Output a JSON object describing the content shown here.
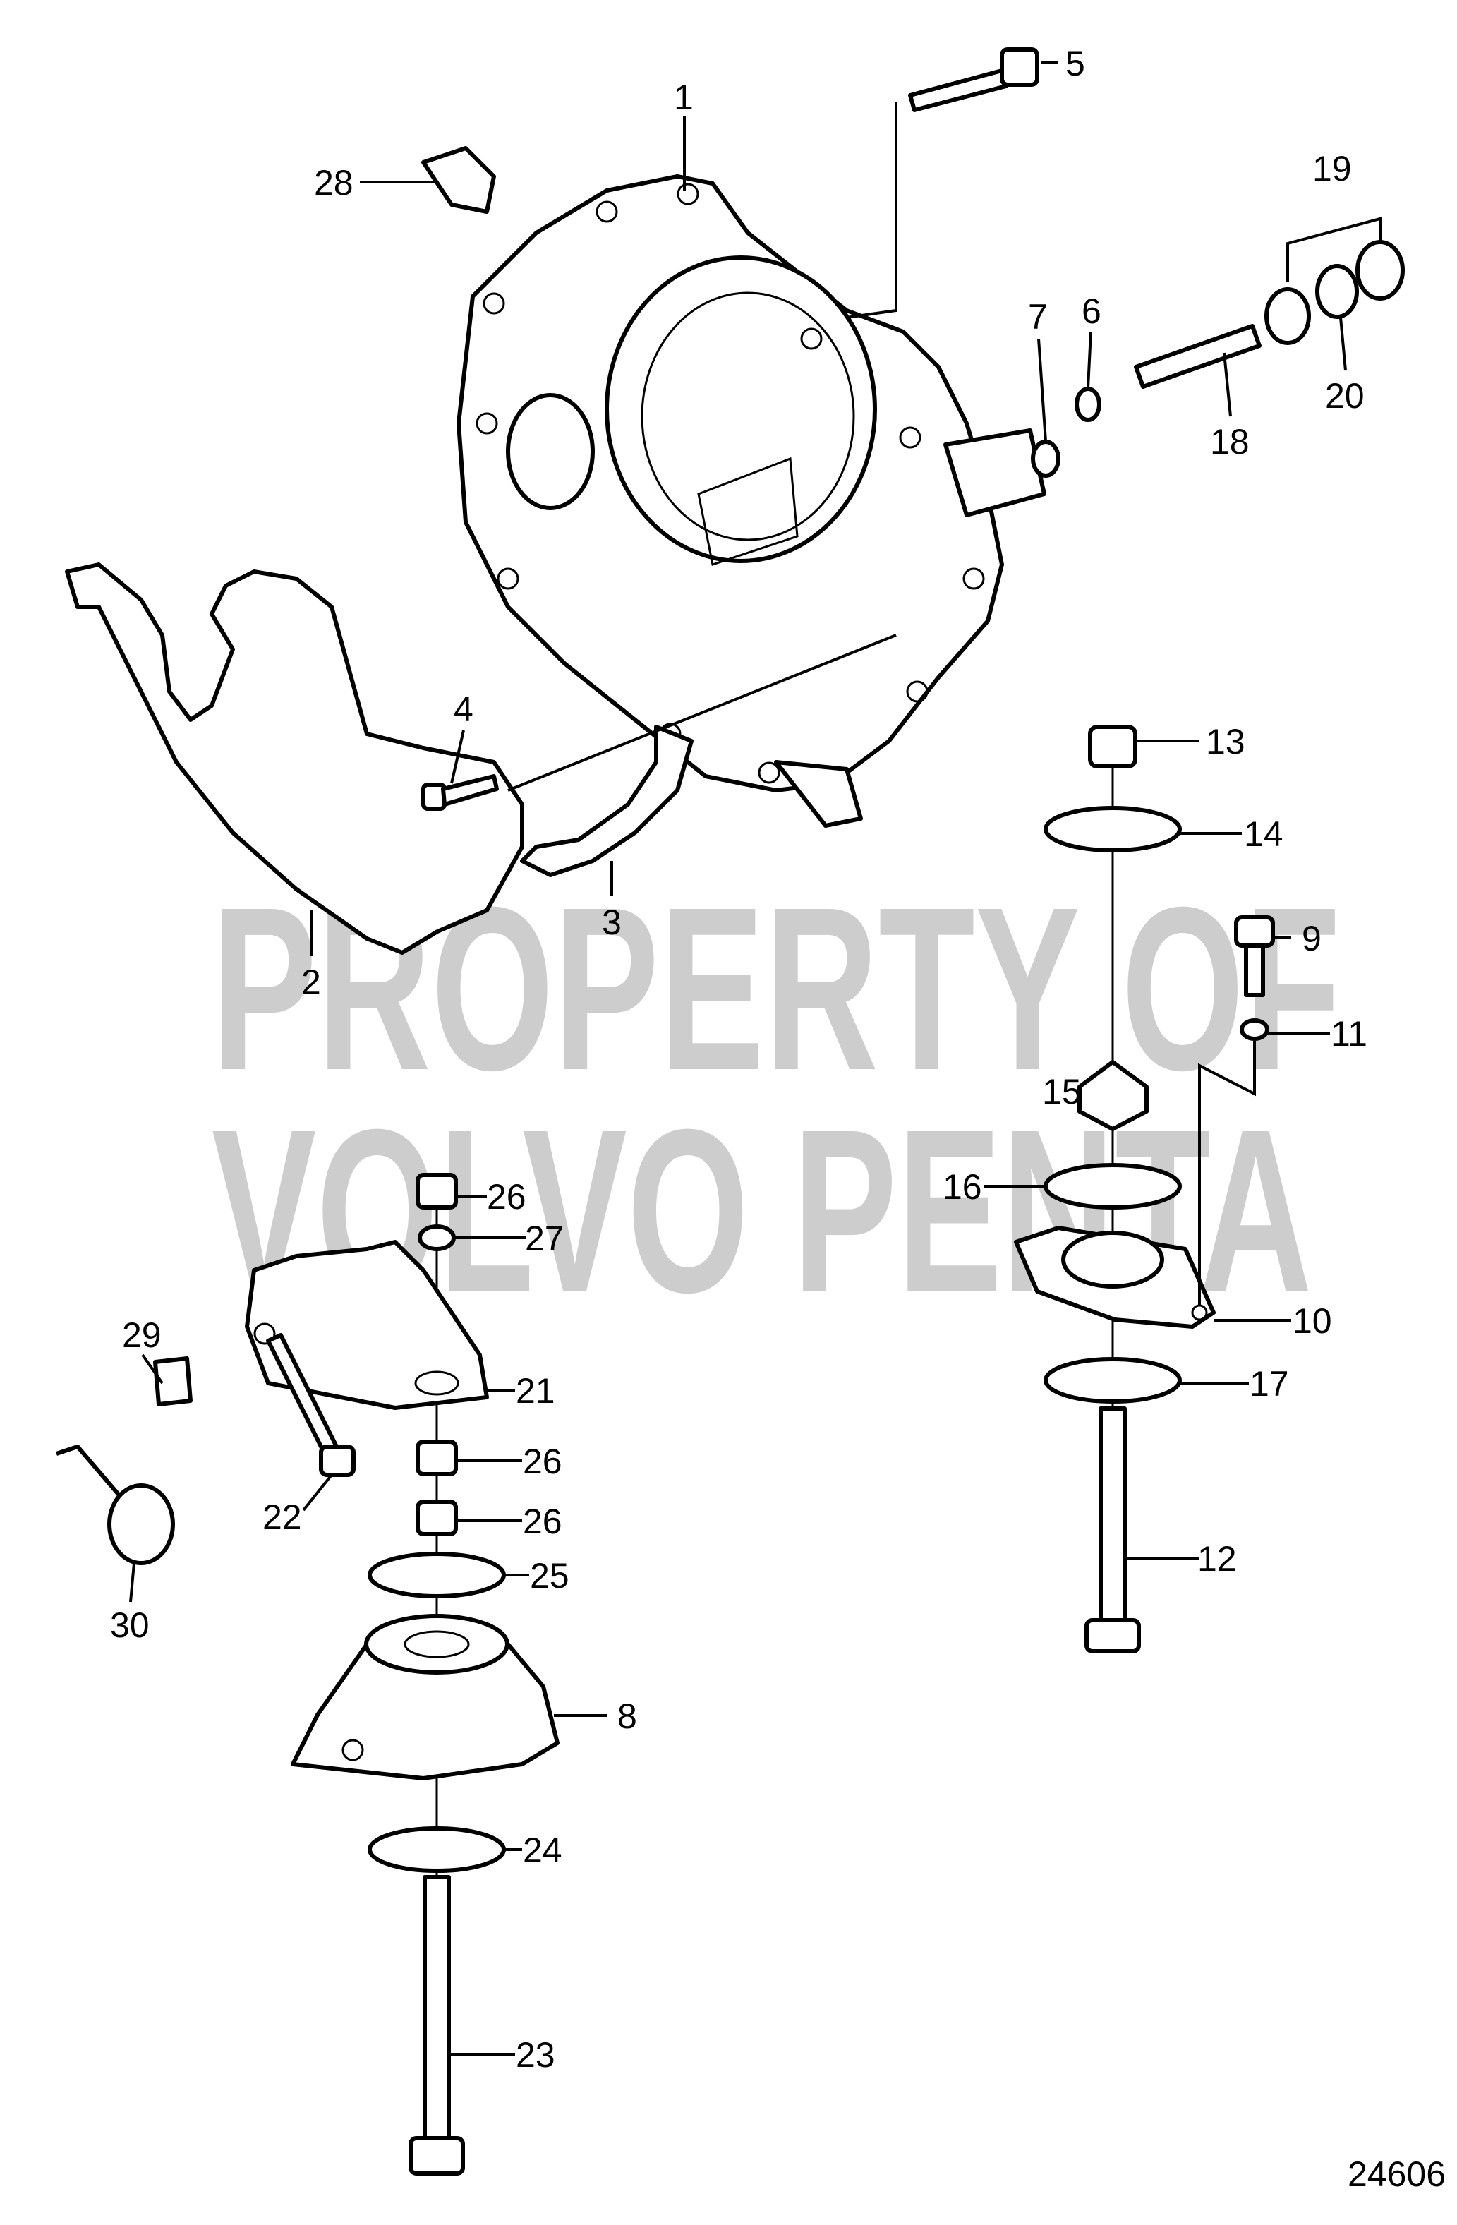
{
  "diagram": {
    "figure_number": "24606",
    "watermark": [
      "PROPERTY OF",
      "VOLVO PENTA"
    ],
    "callouts": {
      "c1": "1",
      "c2": "2",
      "c3": "3",
      "c4": "4",
      "c5": "5",
      "c6": "6",
      "c7": "7",
      "c8": "8",
      "c9": "9",
      "c10": "10",
      "c11": "11",
      "c12": "12",
      "c13": "13",
      "c14": "14",
      "c15": "15",
      "c16": "16",
      "c17": "17",
      "c18": "18",
      "c19": "19",
      "c20": "20",
      "c21": "21",
      "c22": "22",
      "c23": "23",
      "c24": "24",
      "c25": "25",
      "c26a": "26",
      "c26b": "26",
      "c26c": "26",
      "c27": "27",
      "c28": "28",
      "c29": "29",
      "c30": "30"
    }
  }
}
